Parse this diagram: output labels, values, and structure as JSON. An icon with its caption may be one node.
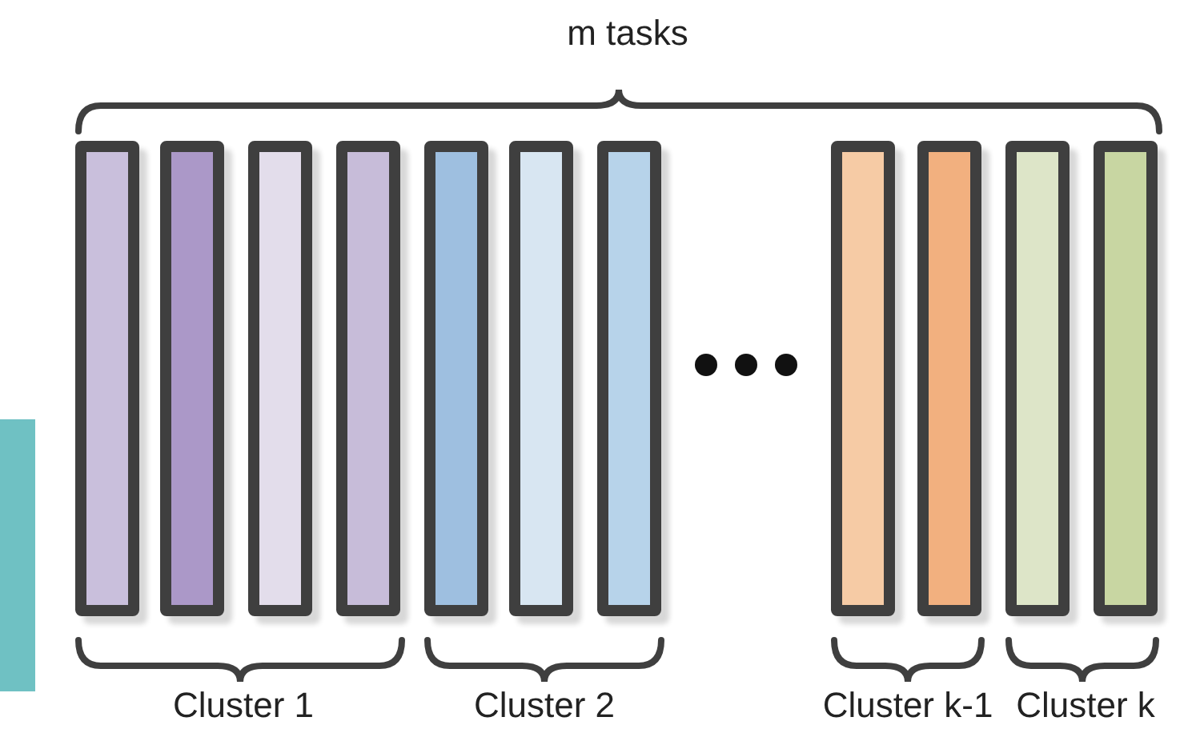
{
  "diagram": {
    "nodes": [
      {
        "text": [],
        "shape": "box"
      },
      {
        "text": [],
        "shape": "bar"
      },
      {
        "text": [],
        "shape": "bar"
      },
      {
        "text": [],
        "shape": "bar"
      },
      {
        "text": [],
        "shape": "bar"
      },
      {
        "text": [],
        "shape": "bar"
      },
      {
        "text": [],
        "shape": "bar"
      },
      {
        "text": [],
        "shape": "bar"
      },
      {
        "text": [],
        "shape": "bar"
      },
      {
        "text": [],
        "shape": "bar"
      },
      {
        "text": [],
        "shape": "bar"
      },
      {
        "text": [],
        "shape": "bar"
      }
    ],
    "labels": [
      "m tasks",
      "Cluster 1",
      "Cluster 2",
      "Cluster k-1",
      "Cluster k"
    ]
  }
}
